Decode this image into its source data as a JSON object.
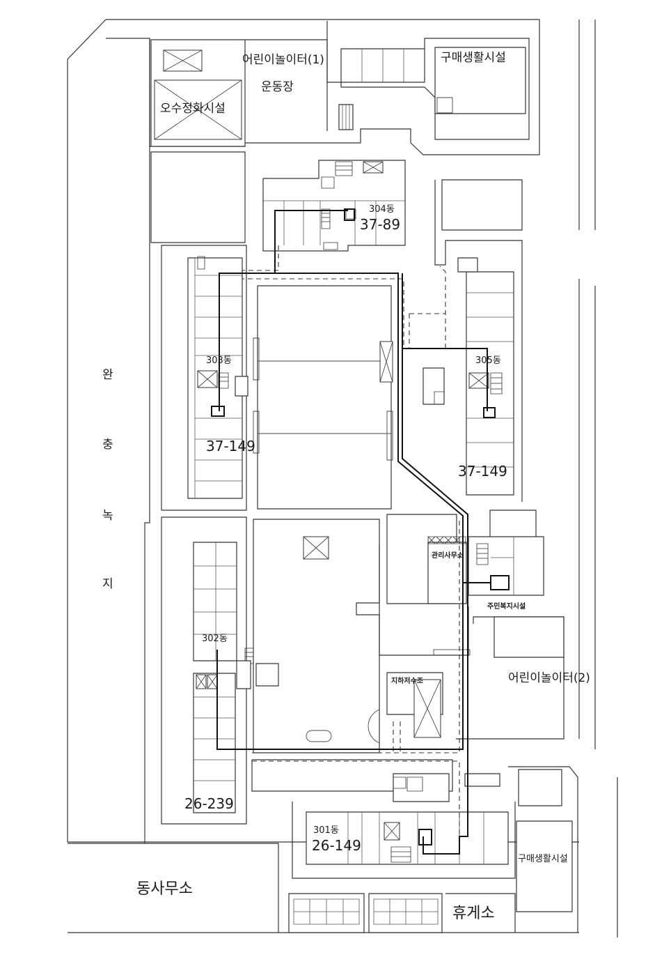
{
  "labels": {
    "playground_1": "어린이놀이터(1)",
    "sports_field": "운동장",
    "shopping_top": "구매생활시설",
    "sewage_plant": "오수정화시설",
    "bldg_304": "304동",
    "bldg_304_no": "37-89",
    "bldg_303": "303동",
    "bldg_303_no": "37-149",
    "bldg_305": "305동",
    "bldg_305_no": "37-149",
    "management_office": "관리사무소",
    "resident_welfare": "주민복지시설",
    "playground_2": "어린이놀이터(2)",
    "bldg_302": "302동",
    "bldg_302_no": "26-239",
    "underground_tank": "지하저수조",
    "bldg_301": "301동",
    "bldg_301_no": "26-149",
    "shopping_bottom": "구매생활시설",
    "dong_office": "동사무소",
    "rest_area": "휴게소",
    "green_1": "완",
    "green_2": "충",
    "green_3": "녹",
    "green_4": "지"
  }
}
